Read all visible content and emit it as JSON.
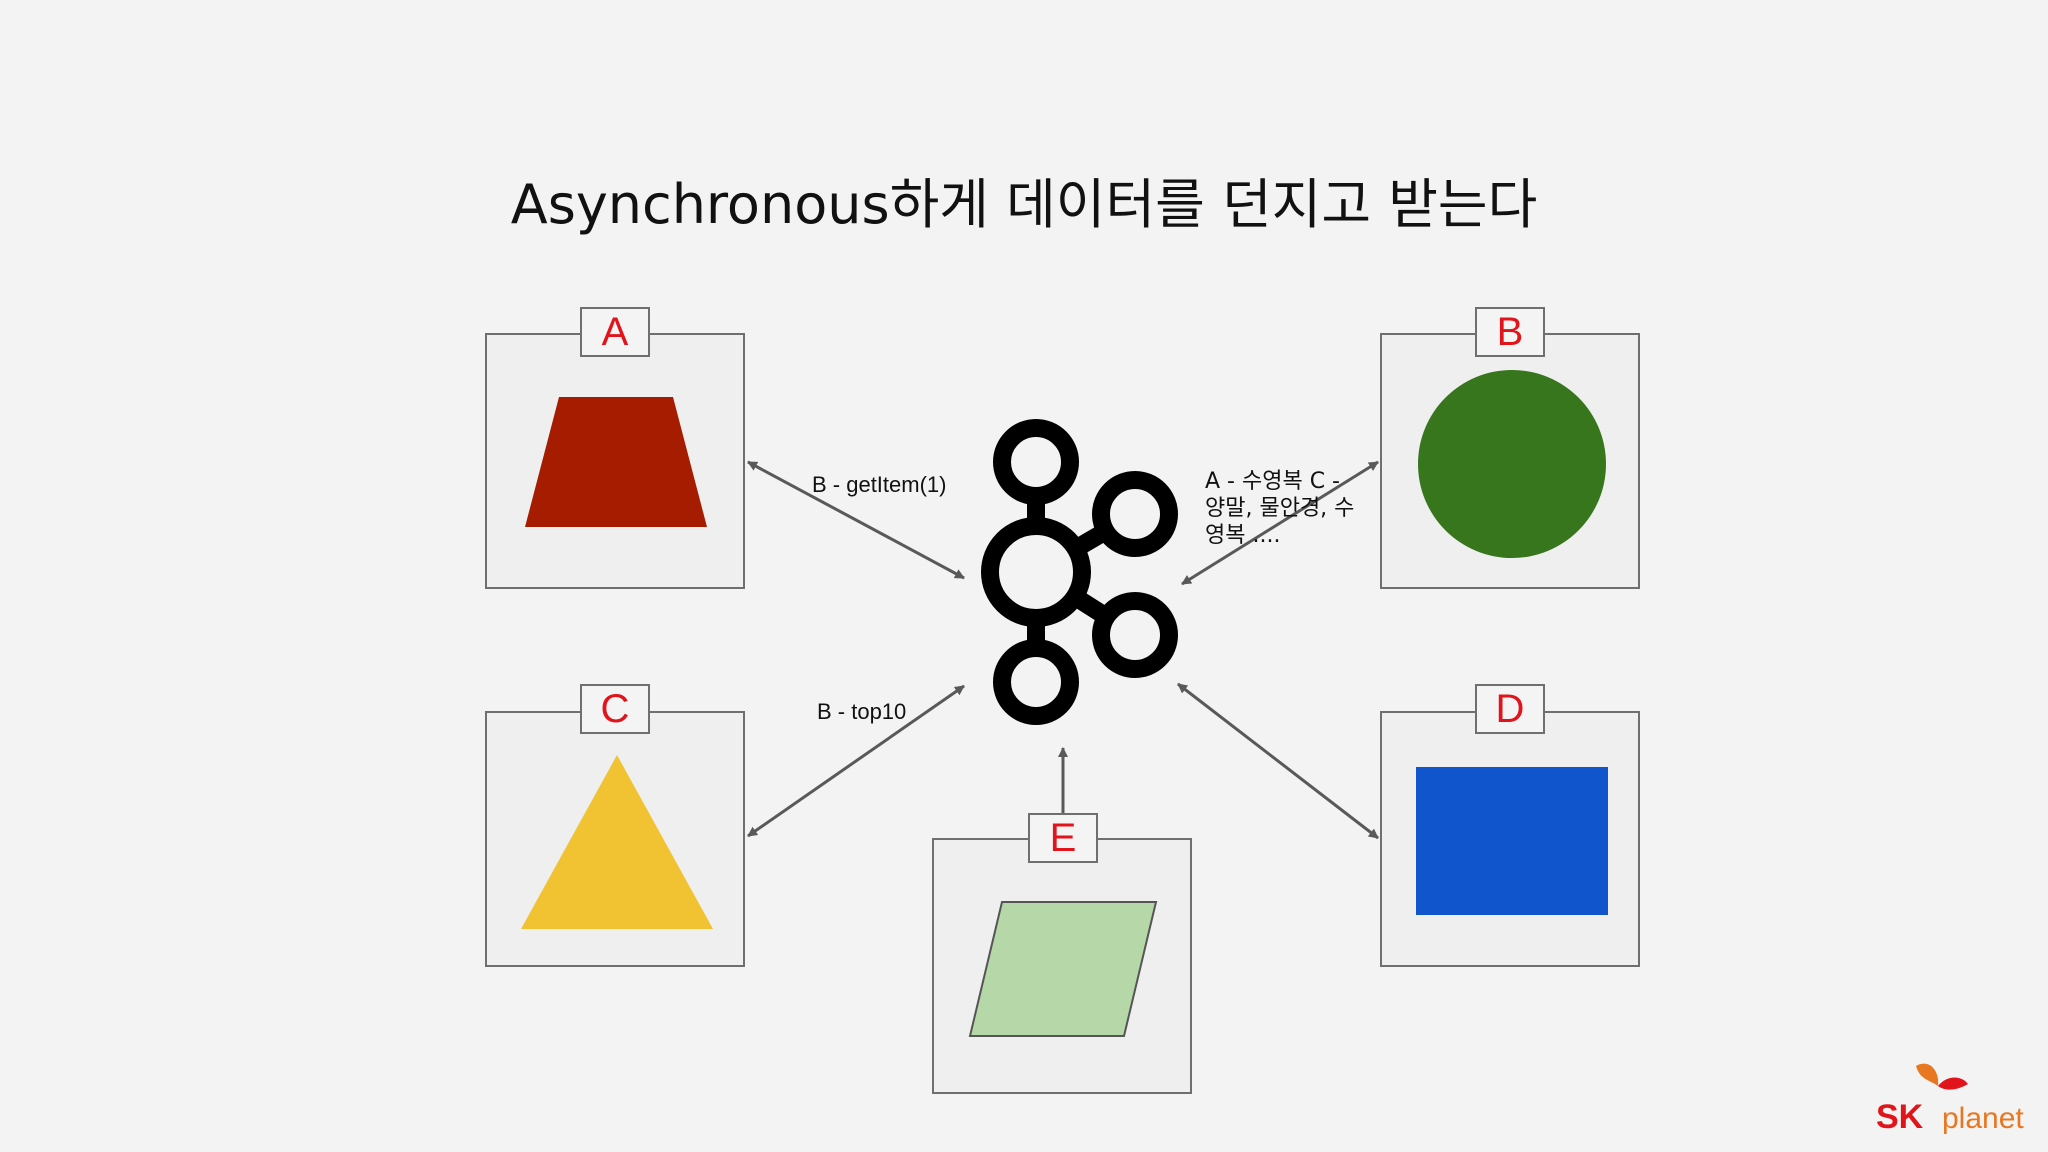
{
  "slide": {
    "title": "Asynchronous하게 데이터를 던지고 받는다"
  },
  "nodes": [
    {
      "id": "A",
      "label": "A",
      "shape": "trapezoid",
      "color": "#a61c00"
    },
    {
      "id": "B",
      "label": "B",
      "shape": "circle",
      "color": "#38761d"
    },
    {
      "id": "C",
      "label": "C",
      "shape": "triangle",
      "color": "#f1c232"
    },
    {
      "id": "D",
      "label": "D",
      "shape": "rectangle",
      "color": "#1155cc"
    },
    {
      "id": "E",
      "label": "E",
      "shape": "parallelogram",
      "color": "#b6d7a8"
    }
  ],
  "hub": {
    "icon": "kafka-icon",
    "color": "#000000"
  },
  "edges": [
    {
      "from": "A",
      "to": "hub",
      "direction": "both",
      "label": "B - getItem(1)"
    },
    {
      "from": "C",
      "to": "hub",
      "direction": "both",
      "label": "B - top10"
    },
    {
      "from": "B",
      "to": "hub",
      "direction": "both",
      "label": "A - 수영복 C - 양말, 물안경, 수영복 ...."
    },
    {
      "from": "D",
      "to": "hub",
      "direction": "both",
      "label": ""
    },
    {
      "from": "E",
      "to": "hub",
      "direction": "to-hub",
      "label": ""
    }
  ],
  "logo": {
    "brand": "SK",
    "product": "planet",
    "color": "#e0141a",
    "accent": "#e87722"
  }
}
